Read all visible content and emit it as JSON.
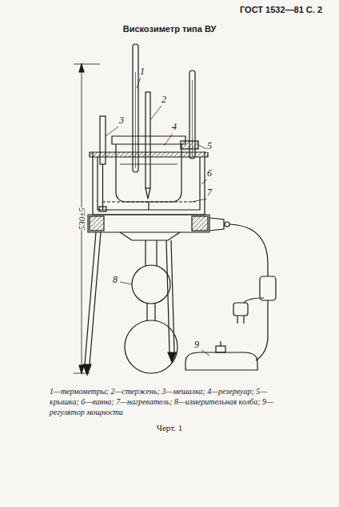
{
  "diagram": {
    "title": "Вискозиметр типа ВУ",
    "caption": "Черт. 1",
    "labels": [
      "ГОСТ 1532—81 С. 2",
      "1",
      "2",
      "3",
      "4",
      "5",
      "6",
      "7",
      "8",
      "9",
      "530±5",
      "1—термометры; 2—стержень; 3—мешалка; 4—резервуар; 5—крышка; 6—ванна; 7—нагреватель; 8—измерительная колба; 9—регулятор мощности"
    ]
  }
}
